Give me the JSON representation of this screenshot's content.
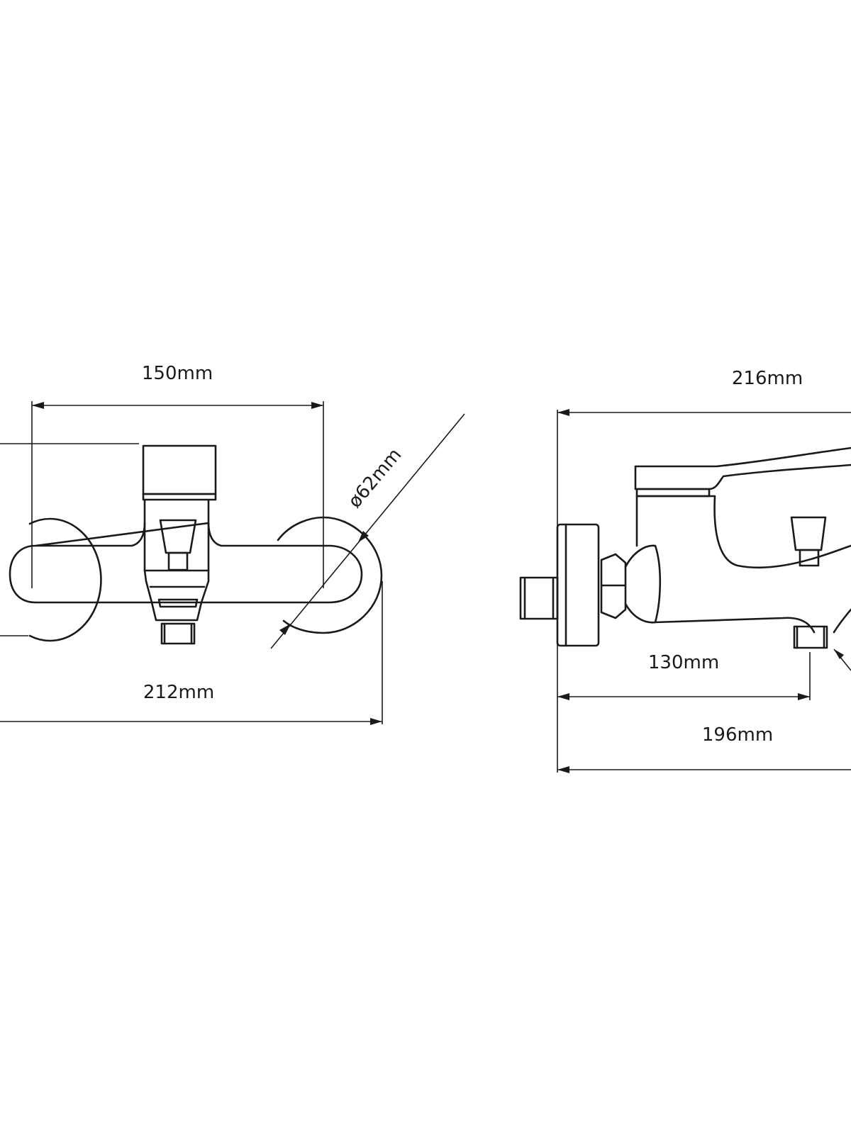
{
  "front_view": {
    "dim_top": "150mm",
    "dim_bottom": "212mm",
    "dim_diameter": "ø62mm"
  },
  "side_view": {
    "dim_top": "216mm",
    "dim_middle": "130mm",
    "dim_bottom": "196mm"
  },
  "colors": {
    "line": "#1a1a1a",
    "background": "#ffffff"
  }
}
